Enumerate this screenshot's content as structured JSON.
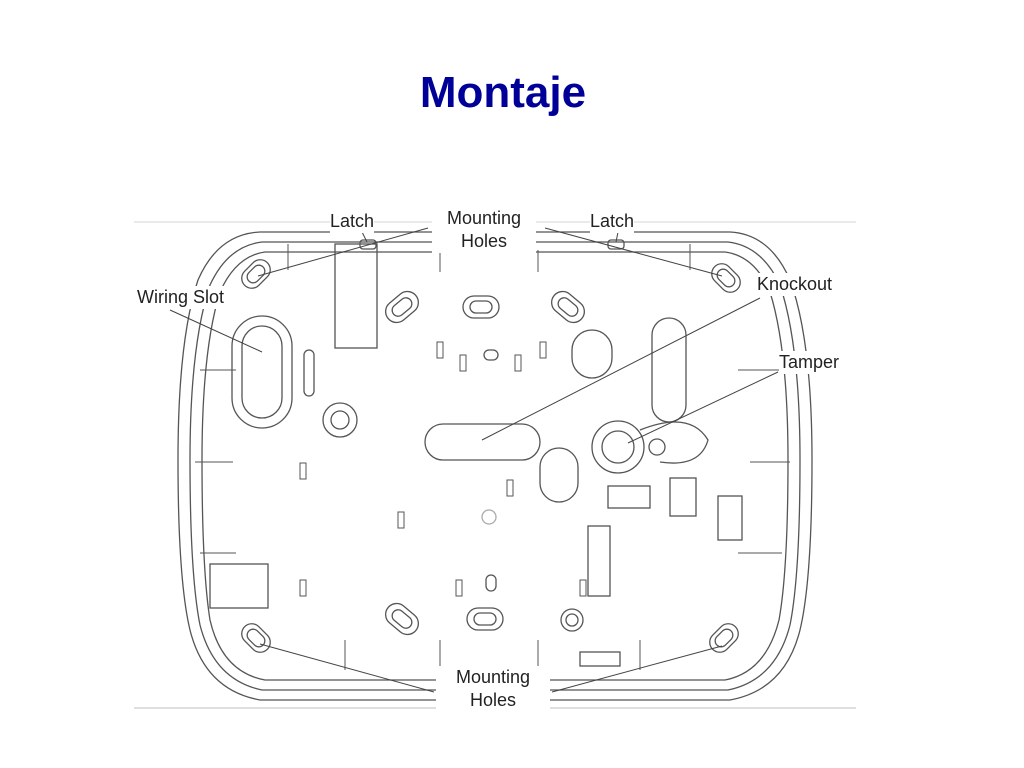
{
  "slide": {
    "title": "Montaje",
    "title_color": "#000099"
  },
  "diagram": {
    "labels": {
      "latch_left": "Latch",
      "latch_right": "Latch",
      "mounting_holes_top_line1": "Mounting",
      "mounting_holes_top_line2": "Holes",
      "wiring_slot": "Wiring Slot",
      "knockout": "Knockout",
      "tamper": "Tamper",
      "mounting_holes_bottom_line1": "Mounting",
      "mounting_holes_bottom_line2": "Holes"
    }
  }
}
